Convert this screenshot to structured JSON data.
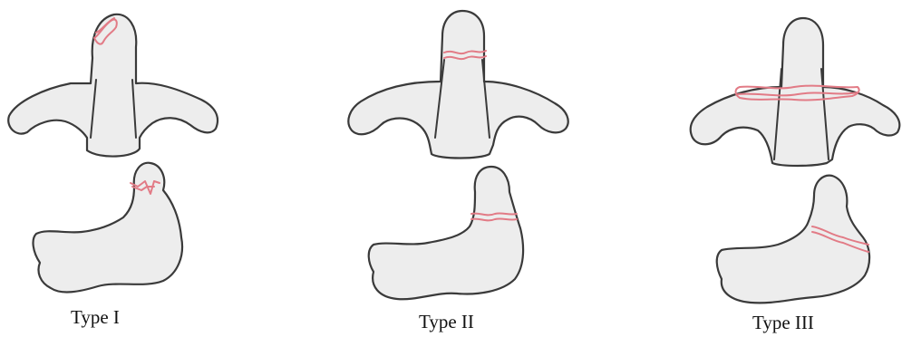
{
  "labels": {
    "type1": "Type I",
    "type2": "Type II",
    "type3": "Type III"
  },
  "colors": {
    "bone_fill": "#ededed",
    "outline": "#3a3a3a",
    "fracture_line": "#e27b86",
    "background": "#ffffff"
  }
}
